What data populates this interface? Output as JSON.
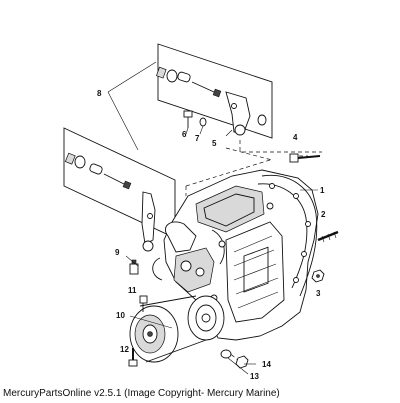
{
  "diagram": {
    "callouts": [
      "1",
      "2",
      "3",
      "4",
      "5",
      "6",
      "7",
      "8",
      "9",
      "10",
      "11",
      "12",
      "13",
      "14"
    ]
  },
  "footer": {
    "caption": "MercuryPartsOnline v2.5.1 (Image Copyright- Mercury Marine)"
  }
}
